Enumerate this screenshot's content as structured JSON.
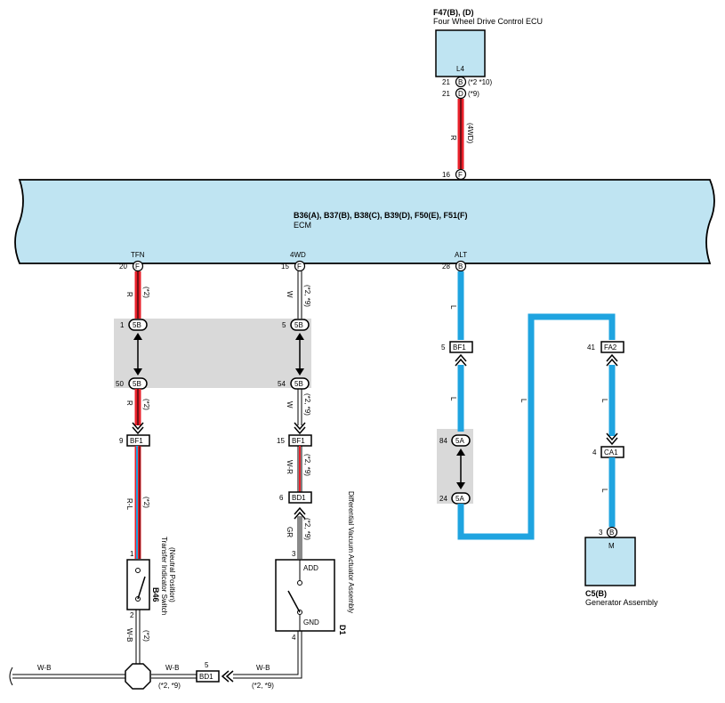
{
  "ecm": {
    "connectors": "B36(A), B37(B), B38(C), B39(D), F50(E), F51(F)",
    "name": "ECM",
    "top_pin": "16",
    "top_conn": "F",
    "top_label": "L4",
    "pins": [
      {
        "num": "20",
        "conn": "F",
        "label": "TFN"
      },
      {
        "num": "15",
        "conn": "F",
        "label": "4WD"
      },
      {
        "num": "28",
        "conn": "B",
        "label": "ALT"
      }
    ]
  },
  "four_wd_ecu": {
    "ref": "F47(B), (D)",
    "name": "Four Wheel Drive Control ECU",
    "inner_label": "L4",
    "pin_b": {
      "num": "21",
      "conn": "B",
      "note": "(*2 *10)"
    },
    "pin_d": {
      "num": "21",
      "conn": "D",
      "note": "(*9)"
    },
    "wire_color": "R",
    "wire_note": "(4WD)"
  },
  "junction_block": {
    "tfn_top": {
      "num": "1",
      "conn": "5B"
    },
    "tfn_bottom": {
      "num": "50",
      "conn": "5B"
    },
    "fourwd_top": {
      "num": "5",
      "conn": "5B"
    },
    "fourwd_bottom": {
      "num": "54",
      "conn": "5B"
    }
  },
  "tfn_circuit": {
    "wire1": "R",
    "wire1_note": "(*2)",
    "wire2": "R",
    "wire2_note": "(*2)",
    "bf1_pin": "9",
    "bf1": "BF1",
    "wire3": "R-L",
    "wire3_note": "(*2)",
    "switch_pin_top": "1",
    "switch_pin_bottom": "2",
    "switch_ref": "B46",
    "switch_name": "Transfer Indicator Switch",
    "switch_sub": "(Neutral Position)",
    "wire4": "W-B",
    "wire4_note": "(*2)"
  },
  "fourwd_circuit": {
    "wire1": "W",
    "wire1_note": "(*2, *9)",
    "wire2": "W",
    "wire2_note": "(*2, *9)",
    "bf1_pin": "15",
    "bf1": "BF1",
    "wire3": "W-R",
    "wire3_note": "(*2, *9)",
    "bd1_pin": "6",
    "bd1": "BD1",
    "wire4": "GR",
    "wire4_note": "(*2, *9)",
    "act_pin_top": "3",
    "act_pin_bottom": "4",
    "act_add": "ADD",
    "act_gnd": "GND",
    "act_ref": "D1",
    "act_name": "Differential Vacuum Actuator Assembly"
  },
  "ground": {
    "left_wire": "W-B",
    "mid_wire": "W-B",
    "mid_note": "(*2, *9)",
    "bd1_pin": "5",
    "bd1": "BD1",
    "right_wire": "W-B",
    "right_note": "(*2, *9)"
  },
  "alt_circuit": {
    "wire1": "L",
    "bf1_pin": "5",
    "bf1": "BF1",
    "wire2": "L",
    "j5a_top": {
      "num": "84",
      "conn": "5A"
    },
    "j5a_bottom": {
      "num": "24",
      "conn": "5A"
    },
    "long_wire": "L",
    "fa2_pin": "41",
    "fa2": "FA2",
    "wire3": "L",
    "ca1_pin": "4",
    "ca1": "CA1",
    "wire4": "L",
    "gen_pin": "3",
    "gen_conn": "B",
    "gen_inner": "M",
    "gen_ref": "C5(B)",
    "gen_name": "Generator Assembly"
  },
  "colors": {
    "ecm_fill": "#bfe4f2",
    "red_wire": "#e8202a",
    "blue_wire": "#1fa4e0",
    "gray_wire": "#8a8a8a",
    "junction_fill": "#d9d9d9"
  }
}
